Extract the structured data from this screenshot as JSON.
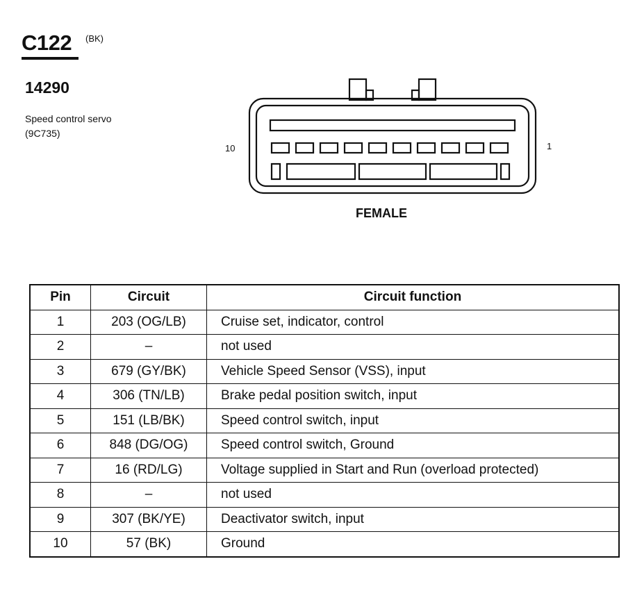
{
  "connector": {
    "id": "C122",
    "color_code": "(BK)",
    "part_number": "14290",
    "description_line1": "Speed control servo",
    "description_line2": "(9C735)",
    "pin_label_left": "10",
    "pin_label_right": "1",
    "gender": "FEMALE"
  },
  "table": {
    "headers": {
      "pin": "Pin",
      "circuit": "Circuit",
      "function": "Circuit function"
    },
    "rows": [
      {
        "pin": "1",
        "circuit": "203 (OG/LB)",
        "function": "Cruise set, indicator, control"
      },
      {
        "pin": "2",
        "circuit": "–",
        "function": "not used"
      },
      {
        "pin": "3",
        "circuit": "679 (GY/BK)",
        "function": "Vehicle Speed Sensor (VSS), input"
      },
      {
        "pin": "4",
        "circuit": "306 (TN/LB)",
        "function": "Brake pedal position switch, input"
      },
      {
        "pin": "5",
        "circuit": "151 (LB/BK)",
        "function": "Speed control switch, input"
      },
      {
        "pin": "6",
        "circuit": "848 (DG/OG)",
        "function": "Speed control switch, Ground"
      },
      {
        "pin": "7",
        "circuit": "16 (RD/LG)",
        "function": "Voltage supplied in Start and Run (overload protected)"
      },
      {
        "pin": "8",
        "circuit": "–",
        "function": "not used"
      },
      {
        "pin": "9",
        "circuit": "307 (BK/YE)",
        "function": "Deactivator switch, input"
      },
      {
        "pin": "10",
        "circuit": "57 (BK)",
        "function": "Ground"
      }
    ]
  }
}
